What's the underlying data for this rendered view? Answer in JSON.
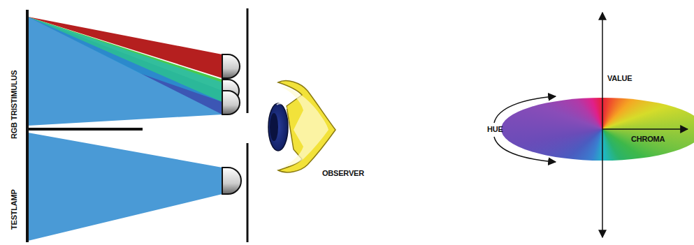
{
  "diagram": {
    "labels": [
      "RGB TRISTIMULUS",
      "TESTLAMP",
      "OBSERVER",
      "HUE",
      "VALUE",
      "CHROMA"
    ]
  }
}
